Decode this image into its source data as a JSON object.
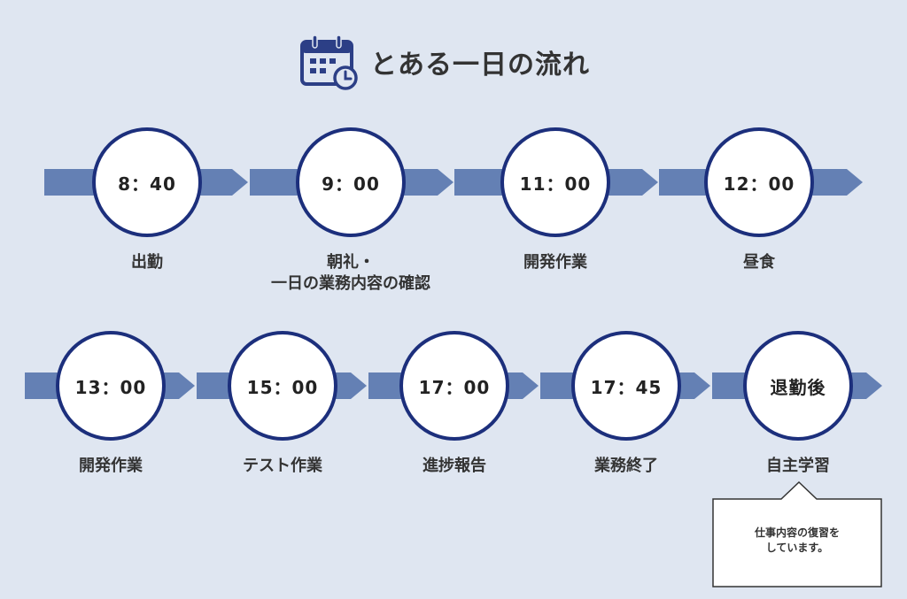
{
  "title": "とある一日の流れ",
  "header_icon": "calendar-clock-icon",
  "colors": {
    "background": "#dfe6f1",
    "arrow": "#6480b4",
    "circle_border": "#1c2f7c",
    "icon": "#2c3f86"
  },
  "steps": [
    {
      "time": "8：40",
      "label": [
        "出勤"
      ]
    },
    {
      "time": "9：00",
      "label": [
        "朝礼・",
        "一日の業務内容の確認"
      ]
    },
    {
      "time": "11：00",
      "label": [
        "開発作業"
      ]
    },
    {
      "time": "12：00",
      "label": [
        "昼食"
      ]
    },
    {
      "time": "13：00",
      "label": [
        "開発作業"
      ]
    },
    {
      "time": "15：00",
      "label": [
        "テスト作業"
      ]
    },
    {
      "time": "17：00",
      "label": [
        "進捗報告"
      ]
    },
    {
      "time": "17：45",
      "label": [
        "業務終了"
      ]
    },
    {
      "time": "退勤後",
      "label": [
        "自主学習"
      ]
    }
  ],
  "note": [
    "仕事内容の復習を",
    "しています。"
  ]
}
